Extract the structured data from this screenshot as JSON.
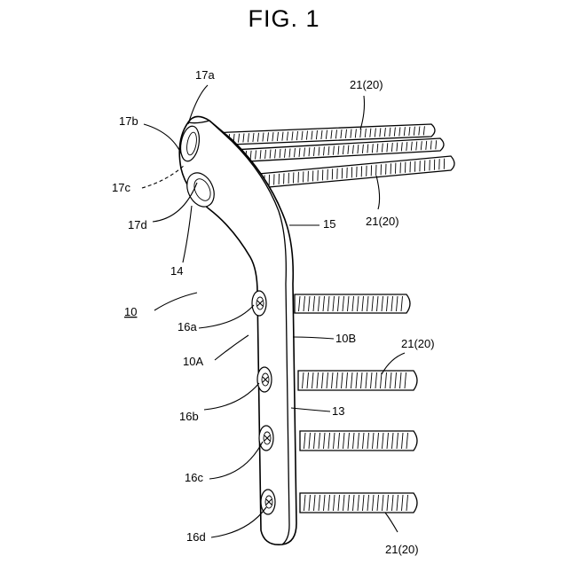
{
  "figure": {
    "title": "FIG. 1",
    "labels": {
      "l17a": "17a",
      "l17b": "17b",
      "l17c": "17c",
      "l17d": "17d",
      "l14": "14",
      "l10": "10",
      "l15": "15",
      "l16a": "16a",
      "l10A": "10A",
      "l10B": "10B",
      "l16b": "16b",
      "l13": "13",
      "l16c": "16c",
      "l16d": "16d",
      "l21_top": "21(20)",
      "l21_mid": "21(20)",
      "l21_right": "21(20)",
      "l21_bottom": "21(20)"
    }
  }
}
